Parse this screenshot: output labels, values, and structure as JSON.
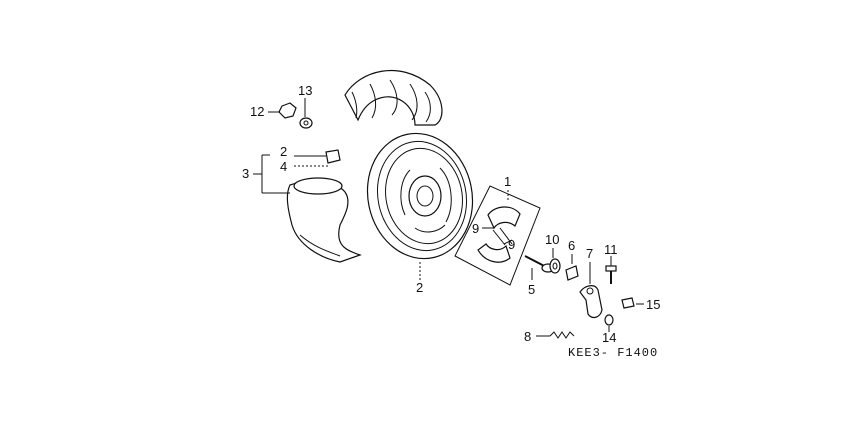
{
  "diagram": {
    "code": "KEE3- F1400",
    "callouts": [
      {
        "id": "c1",
        "text": "1"
      },
      {
        "id": "c2a",
        "text": "2"
      },
      {
        "id": "c2b",
        "text": "2"
      },
      {
        "id": "c3",
        "text": "3"
      },
      {
        "id": "c4",
        "text": "4"
      },
      {
        "id": "c5",
        "text": "5"
      },
      {
        "id": "c6",
        "text": "6"
      },
      {
        "id": "c7",
        "text": "7"
      },
      {
        "id": "c8",
        "text": "8"
      },
      {
        "id": "c9a",
        "text": "9"
      },
      {
        "id": "c9b",
        "text": "9"
      },
      {
        "id": "c10",
        "text": "10"
      },
      {
        "id": "c11",
        "text": "11"
      },
      {
        "id": "c12",
        "text": "12"
      },
      {
        "id": "c13",
        "text": "13"
      },
      {
        "id": "c14",
        "text": "14"
      },
      {
        "id": "c15",
        "text": "15"
      }
    ]
  }
}
